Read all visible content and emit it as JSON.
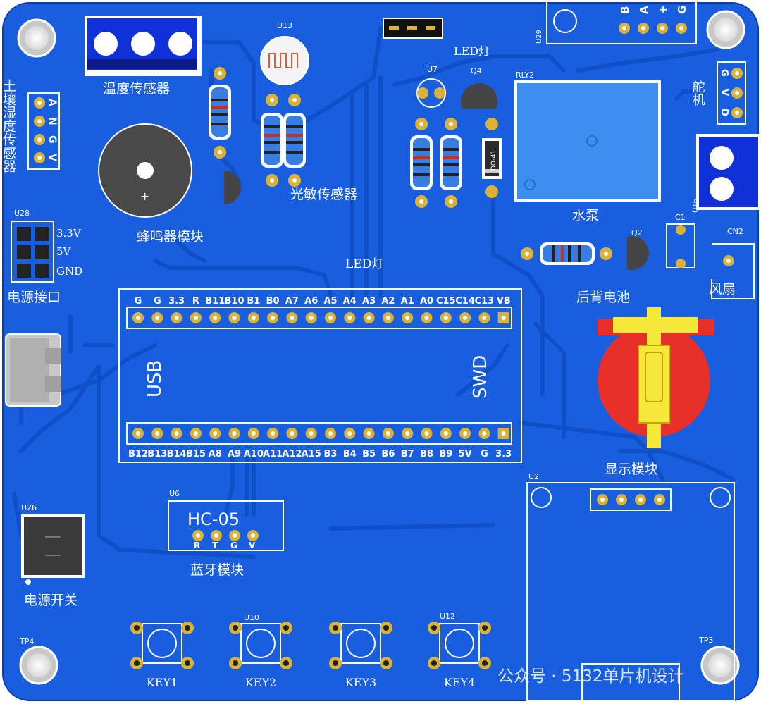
{
  "board": {
    "labels": {
      "temp_sensor": "温度传感器",
      "soil_sensor": "土壤湿度传感器",
      "buzzer": "蜂鸣器模块",
      "light_sensor": "光敏传感器",
      "led1": "LED灯",
      "led2": "LED灯",
      "pump": "水泵",
      "servo": "舵机",
      "battery": "后背电池",
      "fan": "风扇",
      "power_port": "电源接口",
      "power_switch": "电源开关",
      "bluetooth": "蓝牙模块",
      "display": "显示模块",
      "usb": "USB",
      "swd": "SWD",
      "hc05": "HC-05"
    },
    "power_pins": [
      "3.3V",
      "5V",
      "GND"
    ],
    "soil_pins": [
      "A",
      "N",
      "G",
      "V"
    ],
    "servo_pins": [
      "G",
      "V",
      "D"
    ],
    "top_right_pins": [
      "B",
      "A",
      "+",
      "G"
    ],
    "hc05_pins": [
      "R",
      "T",
      "G",
      "V"
    ],
    "refs": {
      "u13": "U13",
      "u7": "U7",
      "q4": "Q4",
      "rly2": "RLY2",
      "u29": "U29",
      "u28": "U28",
      "u26": "U26",
      "u6": "U6",
      "u2": "U2",
      "u16": "U16",
      "cn2": "CN2",
      "c1": "C1",
      "q2": "Q2",
      "u10": "U10",
      "u12": "U12",
      "tp3": "TP3",
      "tp4": "TP4",
      "do41": "DO-41"
    },
    "mcu_top_pins": [
      "G",
      "G",
      "3.3",
      "R",
      "B11",
      "B10",
      "B1",
      "B0",
      "A7",
      "A6",
      "A5",
      "A4",
      "A3",
      "A2",
      "A1",
      "A0",
      "C15",
      "C14",
      "C13",
      "VB"
    ],
    "mcu_bottom_pins": [
      "B12",
      "B13",
      "B14",
      "B15",
      "A8",
      "A9",
      "A10",
      "A11",
      "A12",
      "A15",
      "B3",
      "B4",
      "B5",
      "B6",
      "B7",
      "B8",
      "B9",
      "5V",
      "G",
      "3.3"
    ],
    "keys": [
      "KEY1",
      "KEY2",
      "KEY3",
      "KEY4"
    ],
    "watermark": "公众号 · 5132单片机设计",
    "colors": {
      "board": "#1a5ee0",
      "trace": "#0f4fc8",
      "pad": "#d9b23a",
      "terminal": "#1030d8",
      "relay": "#3d8ef0",
      "battery_red": "#e8302a",
      "battery_yellow": "#f4e838"
    }
  }
}
